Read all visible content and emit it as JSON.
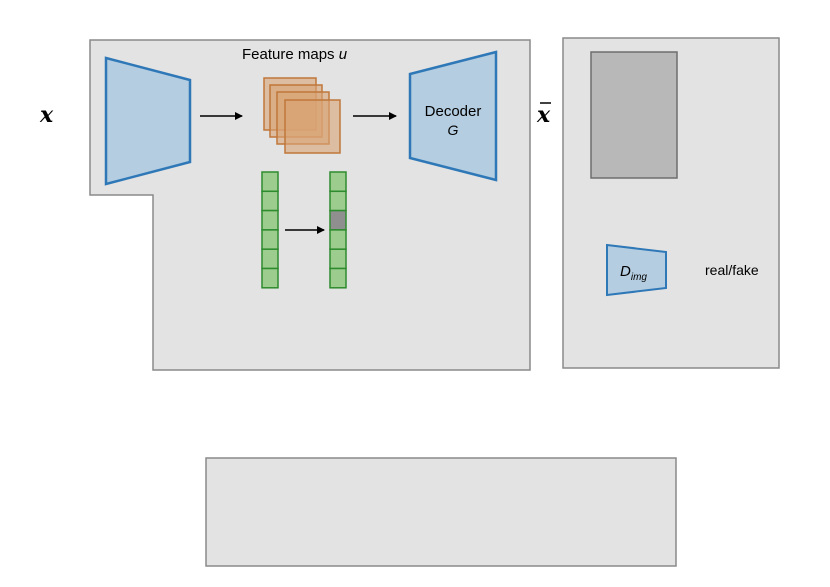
{
  "labels": {
    "input_x": "x",
    "output_xbar": "x",
    "feature_maps_prefix": "Feature maps ",
    "feature_maps_var": "u",
    "decoder_name": "Decoder",
    "decoder_var": "G",
    "discriminator_base": "D",
    "discriminator_sub": "img",
    "real_fake": "real/fake"
  },
  "colors": {
    "panel_fill": "#e3e3e3",
    "panel_stroke": "#8a8a8a",
    "trapezoid_fill": "#b4cde0",
    "trapezoid_stroke": "#2f78b8",
    "feature_fill": "#d9a374",
    "feature_stroke": "#c0773a",
    "vector_fill": "#9ccc8e",
    "vector_stroke": "#2e8b2e",
    "masked_cell": "#8f8f8f",
    "image_placeholder": "#b8b8b8"
  },
  "vectors": {
    "cells": 6,
    "masked_index_right": 2
  }
}
